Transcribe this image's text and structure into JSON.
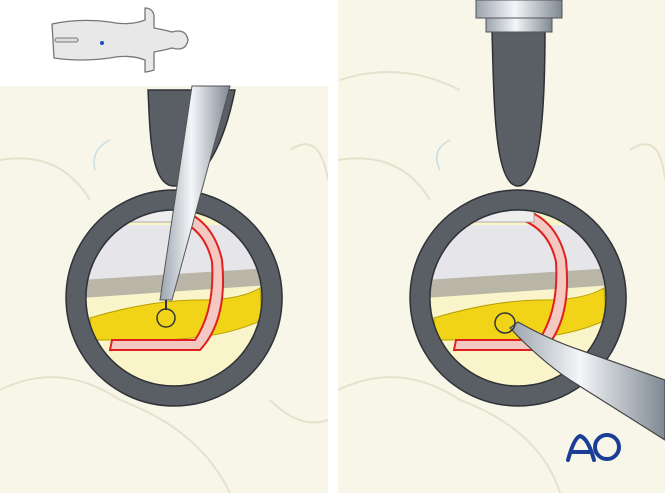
{
  "figure": {
    "panels": [
      {
        "id": "left",
        "step": "probe-in-retractor"
      },
      {
        "id": "right",
        "step": "probe-through-ring"
      }
    ],
    "logo_text": "AO",
    "colors": {
      "background": "#f8f6e8",
      "retractor": "#5a5f66",
      "dura_outline": "#e02020",
      "ligament_yellow": "#f1d418",
      "logo": "#1a3d96",
      "marker_dot": "#1a4fc0"
    },
    "icons": [
      "body-orientation-icon",
      "ao-logo"
    ]
  }
}
